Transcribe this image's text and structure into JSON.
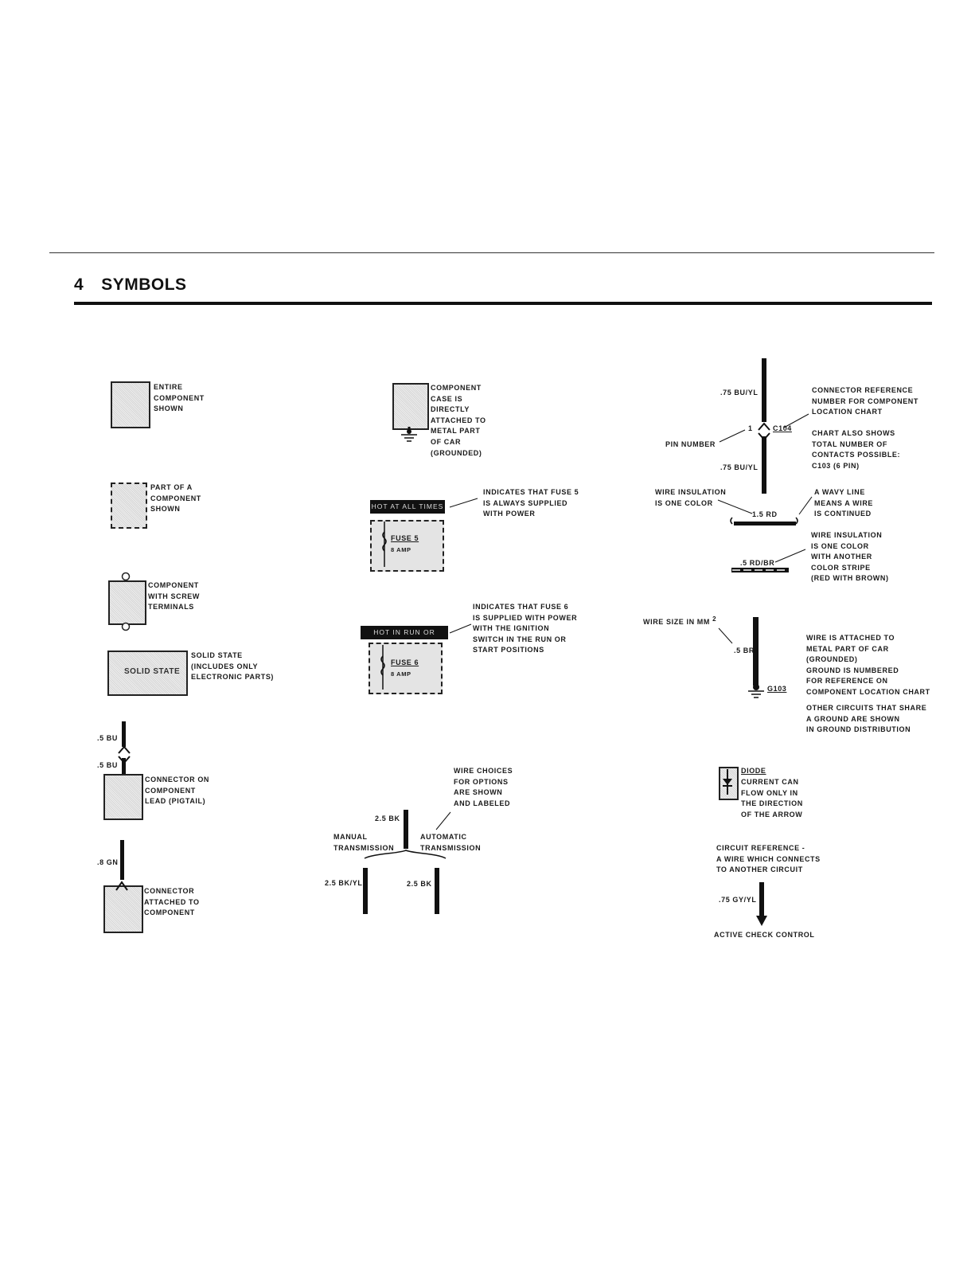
{
  "header": {
    "number": "4",
    "title": "SYMBOLS"
  },
  "symbols": {
    "entire": "ENTIRE\nCOMPONENT\nSHOWN",
    "part": "PART OF A\nCOMPONENT\nSHOWN",
    "screw": "COMPONENT\nWITH SCREW\nTERMINALS",
    "solid_box": "SOLID STATE",
    "solid_text": "SOLID STATE\n(INCLUDES ONLY\nELECTRONIC PARTS)",
    "pigtail_upper": ".5 BU",
    "pigtail_lower": ".5 BU",
    "pigtail_text": "CONNECTOR ON\nCOMPONENT\nLEAD (PIGTAIL)",
    "attached_wire": ".8 GN",
    "attached_text": "CONNECTOR\nATTACHED TO\nCOMPONENT"
  },
  "middle": {
    "grounded_text": "COMPONENT\nCASE IS\nDIRECTLY\nATTACHED TO\nMETAL PART\nOF CAR\n(GROUNDED)",
    "fuse5_note": "INDICATES THAT FUSE 5\nIS ALWAYS SUPPLIED\nWITH POWER",
    "hot_all": "HOT AT ALL TIMES",
    "fuse5_name": "FUSE 5",
    "fuse5_amp": "8 AMP",
    "fuse6_note": "INDICATES THAT FUSE 6\nIS SUPPLIED WITH POWER\nWITH THE IGNITION\nSWITCH IN THE RUN OR\nSTART POSITIONS",
    "hot_run": "HOT IN RUN OR START",
    "fuse6_name": "FUSE 6",
    "fuse6_amp": "8 AMP",
    "wire_choices": "WIRE CHOICES\nFOR OPTIONS\nARE SHOWN\nAND LABELED",
    "wc_top": "2.5 BK",
    "wc_manual": "MANUAL\nTRANSMISSION",
    "wc_auto": "AUTOMATIC\nTRANSMISSION",
    "wc_left": "2.5 BK/YL",
    "wc_right": "2.5 BK"
  },
  "right": {
    "conn_top_wire": ".75 BU/YL",
    "conn_ref": "CONNECTOR REFERENCE\nNUMBER FOR COMPONENT\nLOCATION CHART",
    "conn_pin_num": "1",
    "conn_id": "C104",
    "pin_number": "PIN NUMBER",
    "conn_chart": "CHART ALSO SHOWS\nTOTAL NUMBER OF\nCONTACTS POSSIBLE:\nC103 (6 PIN)",
    "conn_bot_wire": ".75 BU/YL",
    "insul_one": "WIRE INSULATION\nIS ONE COLOR",
    "wavy": "A WAVY LINE\nMEANS A WIRE\nIS CONTINUED",
    "wire_rd": "1.5 RD",
    "insul_stripe": "WIRE INSULATION\nIS ONE COLOR\nWITH ANOTHER\nCOLOR STRIPE\n(RED WITH BROWN)",
    "wire_rdbr": ".5 RD/BR",
    "wire_size": "WIRE SIZE IN MM",
    "wire_size_sup": "2",
    "ground_wire": ".5 BR",
    "ground_id": "G103",
    "ground_text": "WIRE IS ATTACHED TO\nMETAL PART OF CAR\n(GROUNDED)\nGROUND IS NUMBERED\nFOR REFERENCE ON\nCOMPONENT LOCATION CHART",
    "ground_other": "OTHER CIRCUITS THAT SHARE\nA GROUND ARE SHOWN\nIN GROUND DISTRIBUTION",
    "diode_title": "DIODE",
    "diode_text": "CURRENT CAN\nFLOW ONLY IN\nTHE DIRECTION\nOF THE ARROW",
    "circuit_ref": "CIRCUIT REFERENCE -\nA WIRE WHICH CONNECTS\nTO ANOTHER CIRCUIT",
    "circuit_wire": ".75 GY/YL",
    "active_check": "ACTIVE CHECK CONTROL"
  }
}
